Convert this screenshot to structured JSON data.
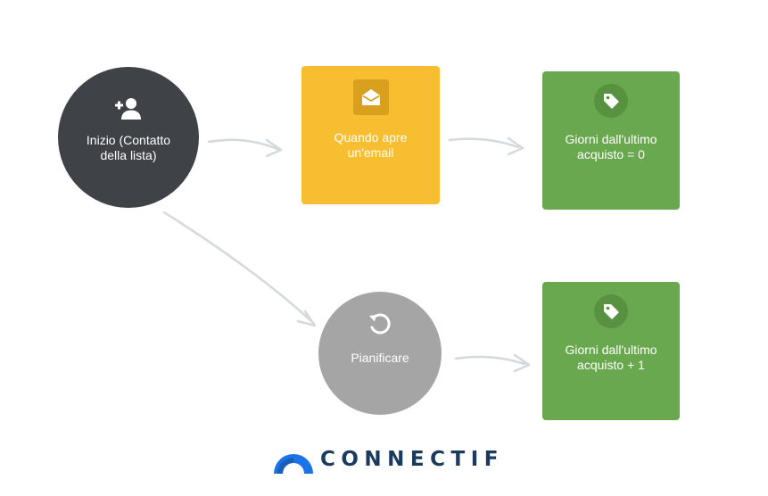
{
  "colors": {
    "start": "#3f4348",
    "email": "#f8be31",
    "email_icon_bg": "#d9a020",
    "tag": "#69a84f",
    "tag_icon_bg": "#58913f",
    "schedule": "#a5a5a5",
    "arrow": "#d4d9de",
    "brand": "#1a3a5e",
    "brand_accent": "#1a73e8"
  },
  "nodes": {
    "start": {
      "label": "Inizio (Contatto\ndella lista)",
      "icon": "add-user-icon"
    },
    "email_open": {
      "label": "Quando apre\nun'email",
      "icon": "open-envelope-icon"
    },
    "tag_a": {
      "label": "Giorni dall'ultimo\nacquisto = 0",
      "icon": "tag-icon"
    },
    "schedule": {
      "label": "Pianificare",
      "icon": "refresh-icon"
    },
    "tag_b": {
      "label": "Giorni dall'ultimo\nacquisto + 1",
      "icon": "tag-icon"
    }
  },
  "logo": {
    "text": "CONNECTIF"
  }
}
